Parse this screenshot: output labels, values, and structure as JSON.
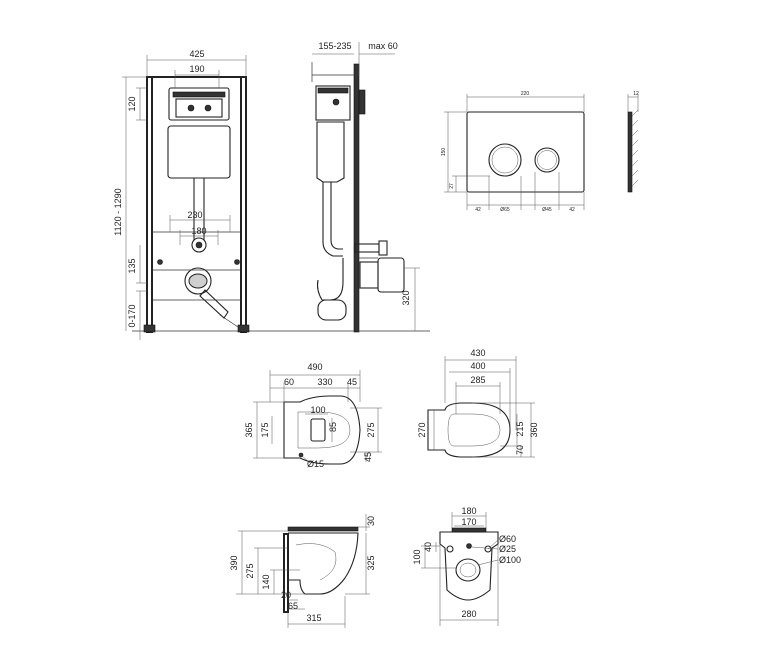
{
  "dimensions": {
    "frame_front": {
      "width_total": "425",
      "width_top_panel": "190",
      "height_top_panel": "120",
      "height_total": "1120 - 1290",
      "width_studs": "230",
      "width_inlet": "180",
      "height_outlet": "135",
      "height_feet": "0-170"
    },
    "frame_side": {
      "depth_range": "155-235",
      "depth_max": "max 60",
      "height_outlet_side": "320"
    },
    "flush_plate": {
      "width": "220",
      "thickness": "12",
      "height": "150",
      "button_offset": "27",
      "margin_left": "42",
      "button_large": "Ø65",
      "button_small": "Ø45",
      "margin_right": "42"
    },
    "bowl_top": {
      "length": "490",
      "left": "60",
      "middle": "330",
      "right": "45",
      "inner": "100",
      "height_total": "365",
      "height_inner": "175",
      "height_small": "85",
      "height_right": "275",
      "height_bottom": "45",
      "hole": "Ø15"
    },
    "seat_top": {
      "length_total": "430",
      "length_seat": "400",
      "length_inner": "285",
      "width_left": "270",
      "width_inner": "215",
      "width_right": "360",
      "width_bottom": "70"
    },
    "bowl_side": {
      "height_total": "390",
      "height_inner": "275",
      "height_pipe": "140",
      "offset_small": "20",
      "offset_pipe": "65",
      "depth_total": "315",
      "seat_thickness": "30",
      "height_right": "325"
    },
    "bowl_rear": {
      "width_top": "180",
      "width_inner": "170",
      "height_left": "100",
      "offset_left": "40",
      "hole_large": "Ø60",
      "hole_small": "Ø25",
      "outlet": "Ø100",
      "width_base": "280"
    }
  }
}
